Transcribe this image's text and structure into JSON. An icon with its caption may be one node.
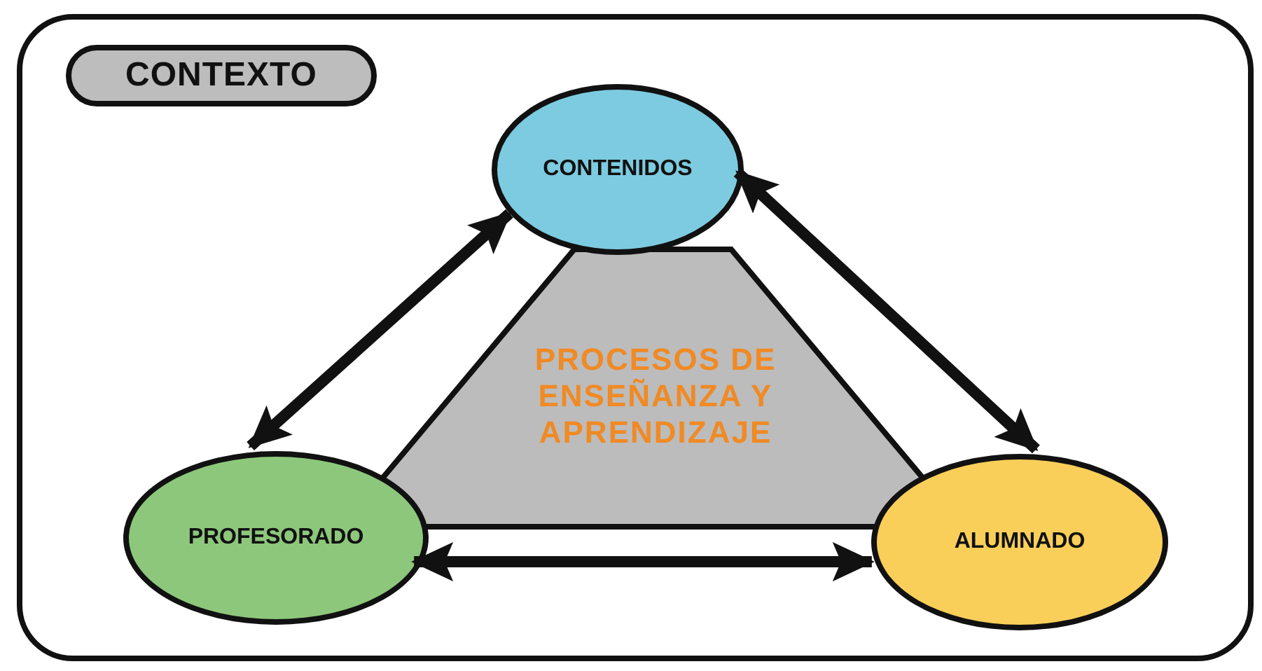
{
  "diagram": {
    "nodes": [
      {
        "text": [],
        "shape": "box"
      },
      {
        "text": [
          "CONTEXTO"
        ],
        "in": 0
      },
      {
        "text": [
          "CONTENIDOS"
        ],
        "in": 0
      },
      {
        "text": [
          "PROCESOS DE ENSEÑANZA Y APRENDIZAJE"
        ],
        "in": 0
      },
      {
        "text": [
          "PROFESORADO"
        ],
        "in": 0
      },
      {
        "text": [
          "ALUMNADO"
        ],
        "in": 0
      }
    ],
    "edges": [
      {
        "from": 2,
        "to": 4,
        "arrow": "both"
      },
      {
        "from": 2,
        "to": 5,
        "arrow": "both"
      },
      {
        "from": 4,
        "to": 5,
        "arrow": "both"
      }
    ]
  }
}
